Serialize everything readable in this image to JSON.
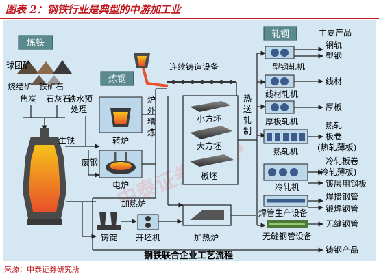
{
  "header": {
    "title": "图表 2：钢铁行业是典型的中游加工业"
  },
  "footer": {
    "source": "来源：中泰证券研究所"
  },
  "diagram": {
    "sections": {
      "ironmaking": "炼铁",
      "steelmaking": "炼钢",
      "rolling": "轧钢"
    },
    "raw_materials": {
      "pellet": "球团矿",
      "sinter": "烧结矿",
      "iron_ore": "铁矿石",
      "coke": "焦炭",
      "limestone": "石灰石",
      "pretreat_line1": "铁水预",
      "pretreat_line2": "处理"
    },
    "process": {
      "pig_iron": "生铁",
      "scrap": "废钢",
      "converter": "转炉",
      "electric_furnace": "电炉",
      "outside_refining": "炉外精炼",
      "continuous_casting": "连续铸造设备",
      "ingot": "铸锭",
      "reheat_furnace_1": "加热炉",
      "blooming_mill": "开坯机",
      "reheat_furnace_2": "加热炉",
      "small_billet": "小方坯",
      "large_billet": "大方坯",
      "slab": "板坯",
      "hot_delivery": "热送轧制"
    },
    "mills": {
      "section_mill": "型钢轧机",
      "wire_mill": "线材轧机",
      "plate_mill": "厚板轧机",
      "hot_strip_mill": "热轧机",
      "cold_mill": "冷轧机",
      "weld_pipe_equipment": "焊管生产设备",
      "seamless_pipe_equipment": "无缝钢管设备"
    },
    "products": {
      "header": "主要产品",
      "rail": "钢轨",
      "section_steel": "型钢",
      "wire_rod": "线材",
      "plate": "厚板",
      "hot_coil_line1": "热轧",
      "hot_coil_line2": "板卷",
      "hot_coil_line3": "(热轧薄板)",
      "cold_coil_line1": "冷轧板卷",
      "cold_coil_line2": "(冷轧薄板)",
      "coated_sheet": "镀层用钢板",
      "welded_pipe": "焊接钢管",
      "forged_pipe": "锻焊钢管",
      "seamless_pipe": "无缝钢管",
      "steel_products": "铸钢产品"
    },
    "caption": "钢铁联合企业工艺流程",
    "watermark": "中泰证券 APP"
  }
}
